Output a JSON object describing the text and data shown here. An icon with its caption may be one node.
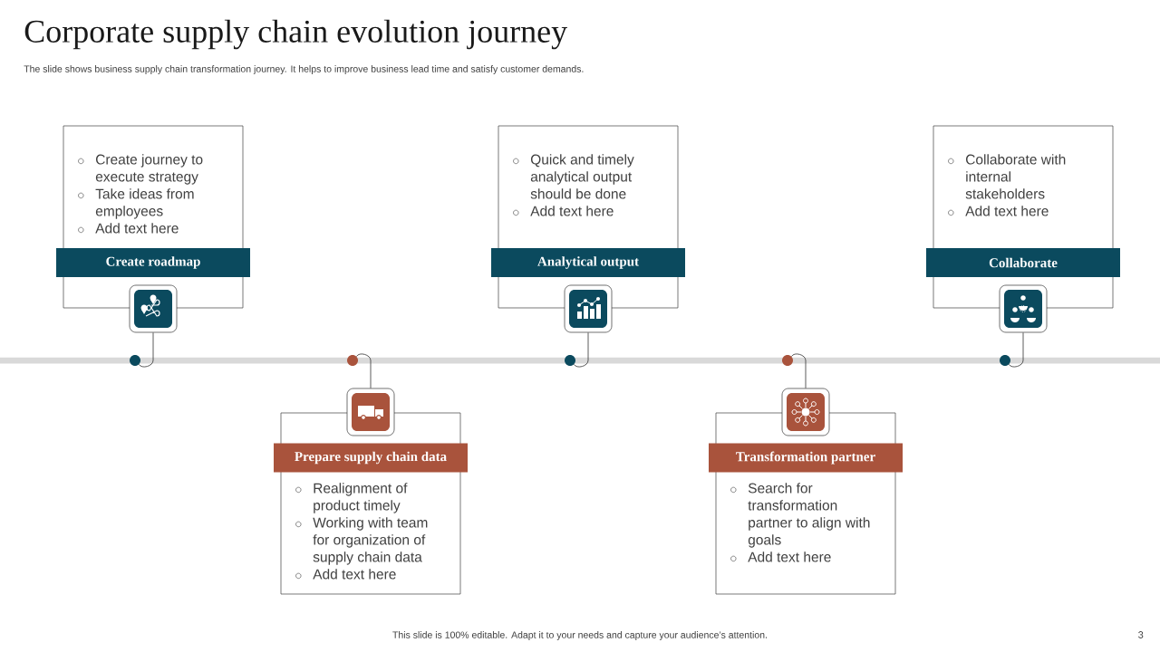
{
  "diagram": {
    "title": "Corporate supply chain evolution journey",
    "nodes": [
      {
        "text": [
          "Create journey to execute strategy",
          "Take ideas from employees",
          "Add text here",
          "Create roadmap"
        ]
      },
      {
        "text": [],
        "shape": "picture"
      },
      {
        "text": [],
        "shape": "circle"
      },
      {
        "text": [
          "Prepare supply chain data",
          "Realignment of product timely",
          "Working with team for organization of supply chain data",
          "Add text here"
        ]
      },
      {
        "text": [],
        "shape": "picture"
      },
      {
        "text": [],
        "shape": "circle"
      },
      {
        "text": [
          "Quick and timely analytical output should be done",
          "Add text here",
          "Analytical output"
        ]
      },
      {
        "text": [],
        "shape": "picture"
      },
      {
        "text": [],
        "shape": "circle"
      },
      {
        "text": [
          "Transformation partner",
          "Search for transformation partner to align with goals",
          "Add text here"
        ]
      },
      {
        "text": [],
        "shape": "picture"
      },
      {
        "text": [],
        "shape": "circle"
      },
      {
        "text": [
          "Collaborate with internal stakeholders",
          "Add text here",
          "Collaborate"
        ]
      },
      {
        "text": [],
        "shape": "picture"
      },
      {
        "text": [],
        "shape": "circle"
      }
    ],
    "edges": [
      {
        "from": 1,
        "to": 2,
        "arrow": "none"
      },
      {
        "from": 4,
        "to": 5,
        "arrow": "none"
      },
      {
        "from": 7,
        "to": 8,
        "arrow": "none"
      },
      {
        "from": 10,
        "to": 11,
        "arrow": "none"
      },
      {
        "from": 13,
        "to": 14,
        "arrow": "none"
      }
    ],
    "labels": [
      "The slide shows business supply chain transformation journey. It helps to improve business lead time and satisfy customer demands.",
      "This slide is 100% editable. Adapt it to your needs and capture your audience’s attention.",
      "3"
    ]
  }
}
